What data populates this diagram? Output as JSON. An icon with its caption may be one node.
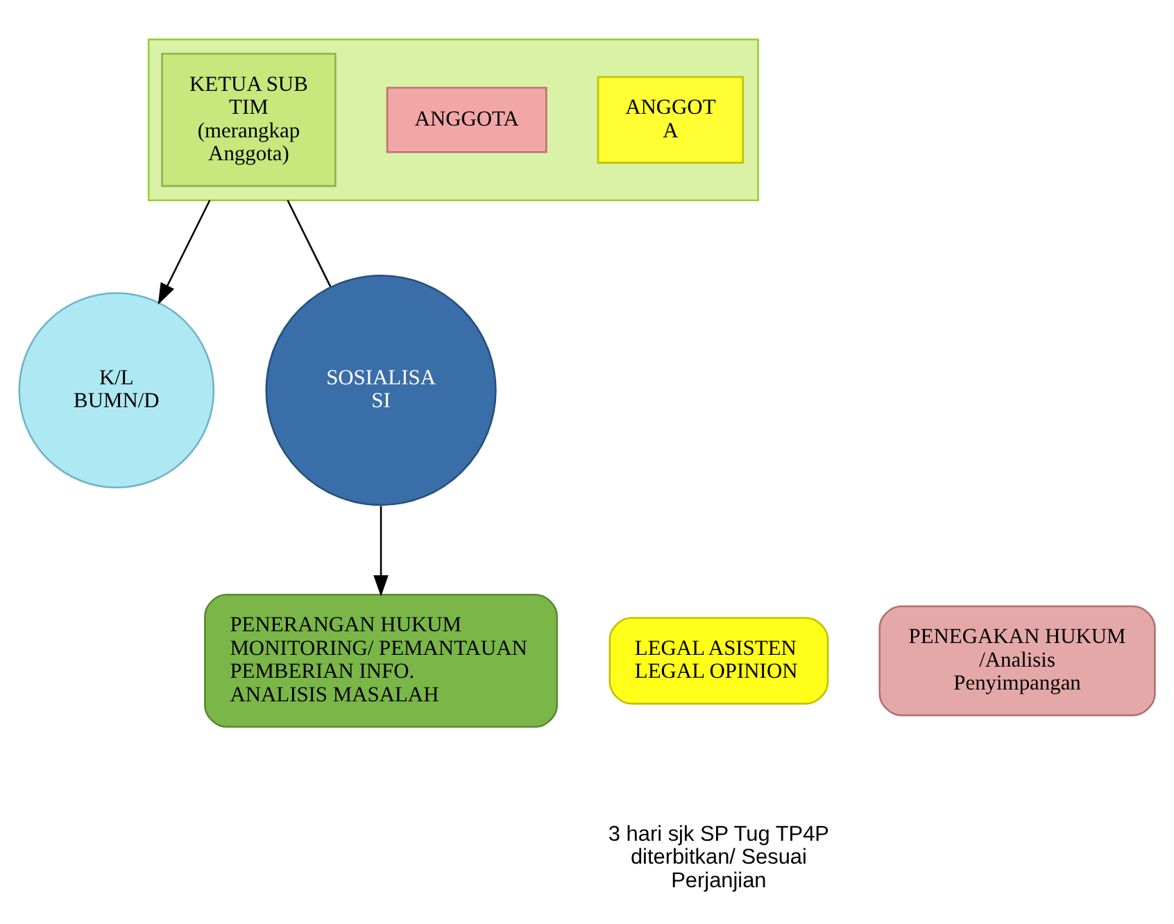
{
  "diagram": {
    "nodes": [
      {
        "text": [],
        "shape": "box"
      },
      {
        "text": [
          "KETUA SUB TIM (merangkap Anggota)"
        ],
        "in": 0
      },
      {
        "text": [
          "ANGGOTA"
        ],
        "in": 0
      },
      {
        "text": [
          "ANGGOT A"
        ],
        "in": 0
      },
      {
        "text": [
          "K/L BUMN/D"
        ]
      },
      {
        "text": [
          "SOSIALISA SI"
        ]
      },
      {
        "text": [
          "PENERANGAN HUKUM",
          "MONITORING/ PEMANTAUAN",
          "PEMBERIAN INFO.",
          "ANALISIS MASALAH"
        ]
      },
      {
        "text": [
          "LEGAL ASISTEN",
          "LEGAL OPINION"
        ]
      },
      {
        "text": [
          "PENEGAKAN HUKUM /Analisis Penyimpangan"
        ]
      }
    ],
    "edges": [
      {
        "from": 0,
        "to": 4,
        "arrow": "to"
      },
      {
        "from": 0,
        "to": 5,
        "arrow": "none"
      },
      {
        "from": 5,
        "to": 6,
        "arrow": "to"
      }
    ],
    "labels": [
      "3 hari sjk SP Tug TP4P diterbitkan/ Sesuai Perjanjian"
    ]
  }
}
